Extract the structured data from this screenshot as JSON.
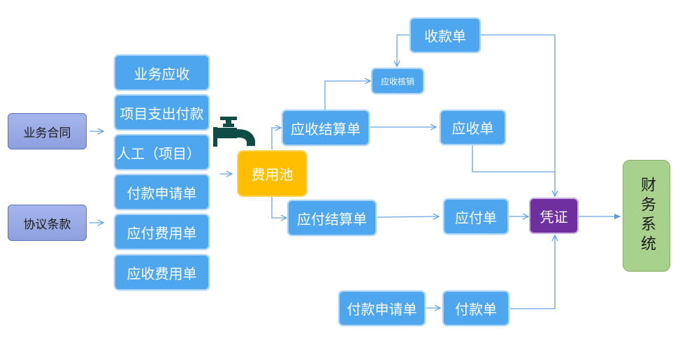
{
  "diagram": {
    "sources": [
      {
        "id": "contract",
        "label": "业务合同"
      },
      {
        "id": "agreement",
        "label": "协议条款"
      }
    ],
    "inputs": [
      {
        "id": "biz-receivable",
        "label": "业务应收"
      },
      {
        "id": "project-payment",
        "label": "项目支出付款"
      },
      {
        "id": "labor",
        "label": "人工（项目）"
      },
      {
        "id": "payment-request-left",
        "label": "付款申请单"
      },
      {
        "id": "payable-fee",
        "label": "应付费用单"
      },
      {
        "id": "receivable-fee",
        "label": "应收费用单"
      }
    ],
    "pool": {
      "label": "费用池",
      "icon": "faucet-icon"
    },
    "receivable_settlement": {
      "label": "应收结算单"
    },
    "payable_settlement": {
      "label": "应付结算单"
    },
    "receivable_writeoff": {
      "label": "应收核销"
    },
    "receipt": {
      "label": "收款单"
    },
    "receivable": {
      "label": "应收单"
    },
    "payable": {
      "label": "应付单"
    },
    "voucher": {
      "label": "凭证"
    },
    "payment_request": {
      "label": "付款申请单"
    },
    "payment": {
      "label": "付款单"
    },
    "finance_system": {
      "label": "财务系统"
    },
    "colors": {
      "node_blue": "#4da6ee",
      "source_blue": "#97a8e4",
      "pool_yellow": "#ffbf00",
      "voucher_purple": "#6f2f9f",
      "finance_green": "#a9d18e",
      "connector": "#5b9bd5",
      "faucet": "#0f4c45"
    },
    "edges": [
      [
        "业务合同",
        "输入"
      ],
      [
        "协议条款",
        "输入"
      ],
      [
        "输入",
        "费用池"
      ],
      [
        "费用池",
        "应收结算单"
      ],
      [
        "费用池",
        "应付结算单"
      ],
      [
        "应收结算单",
        "应收核销"
      ],
      [
        "收款单",
        "应收核销"
      ],
      [
        "应收结算单",
        "应收单"
      ],
      [
        "应付结算单",
        "应付单"
      ],
      [
        "收款单",
        "凭证"
      ],
      [
        "应收单",
        "凭证"
      ],
      [
        "应付单",
        "凭证"
      ],
      [
        "付款申请单",
        "付款单"
      ],
      [
        "付款单",
        "凭证"
      ],
      [
        "凭证",
        "财务系统"
      ]
    ]
  }
}
